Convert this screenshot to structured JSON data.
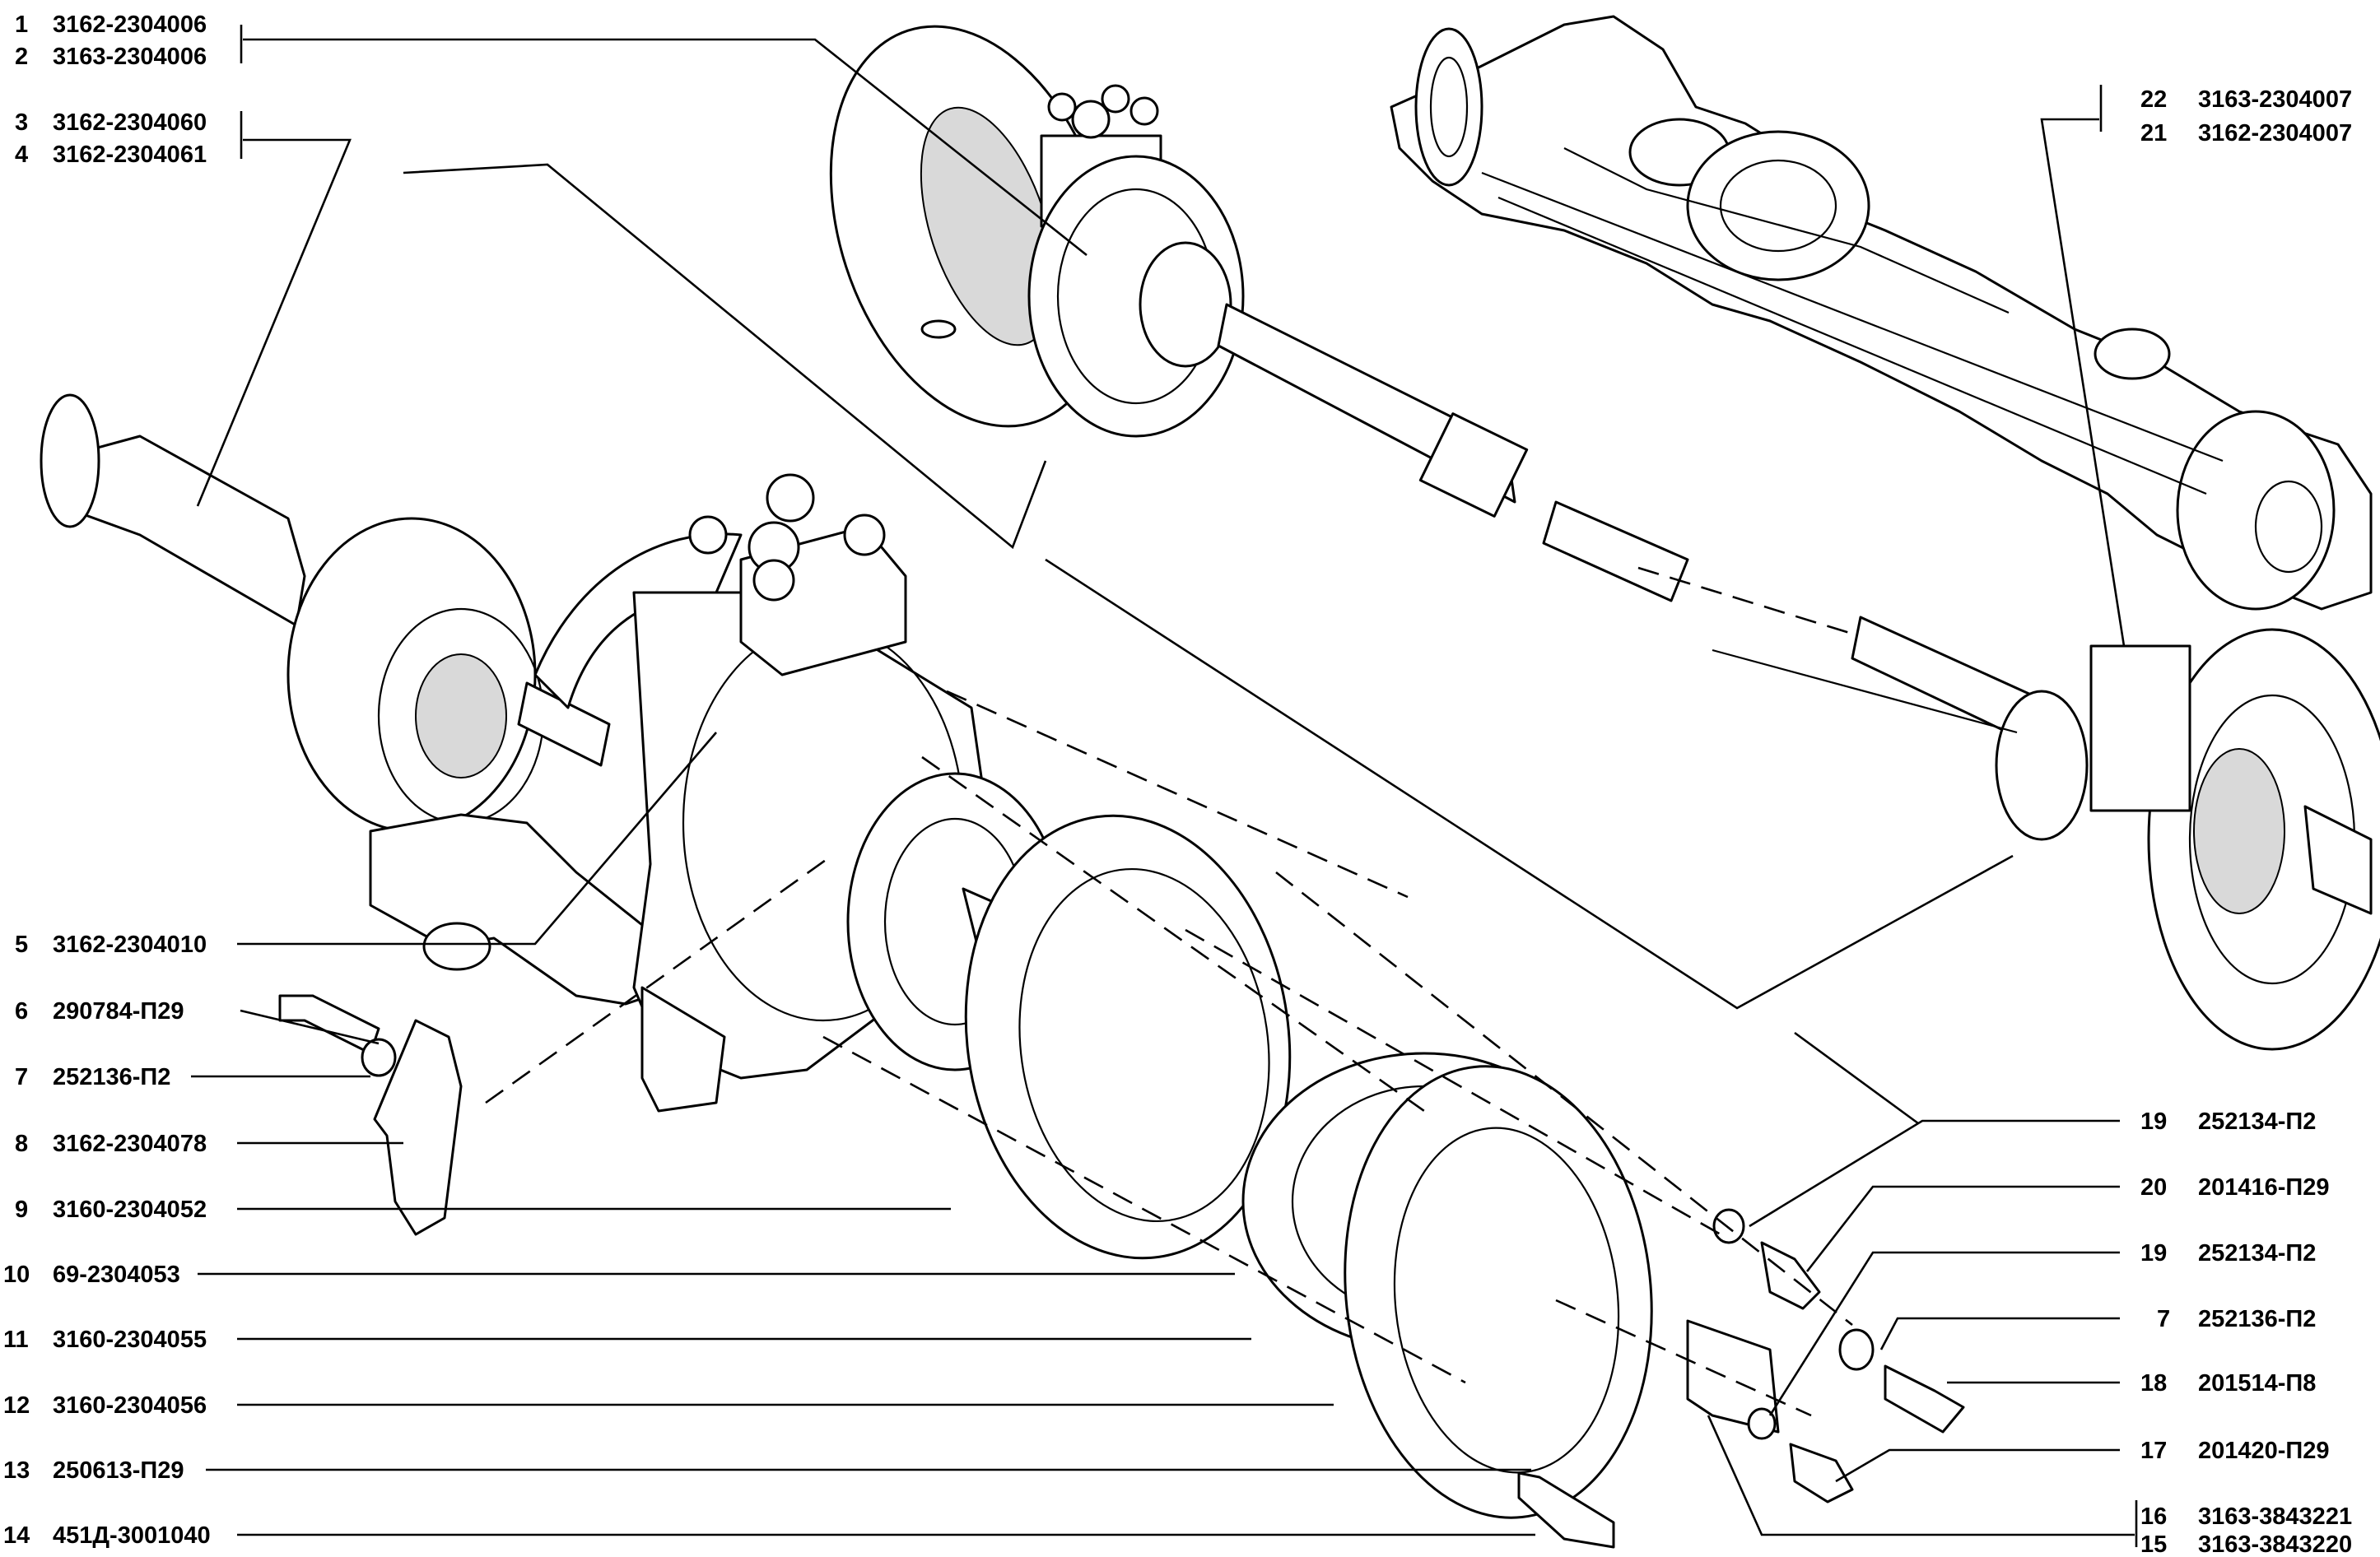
{
  "colors": {
    "ink": "#000000",
    "background": "#ffffff",
    "shade": "#d9d9d9"
  },
  "labels_left": [
    {
      "num": "1",
      "code": "3162-2304006"
    },
    {
      "num": "2",
      "code": "3163-2304006"
    },
    {
      "num": "3",
      "code": "3162-2304060"
    },
    {
      "num": "4",
      "code": "3162-2304061"
    },
    {
      "num": "5",
      "code": "3162-2304010"
    },
    {
      "num": "6",
      "code": "290784-П29"
    },
    {
      "num": "7",
      "code": "252136-П2"
    },
    {
      "num": "8",
      "code": "3162-2304078"
    },
    {
      "num": "9",
      "code": "3160-2304052"
    },
    {
      "num": "10",
      "code": "69-2304053"
    },
    {
      "num": "11",
      "code": "3160-2304055"
    },
    {
      "num": "12",
      "code": "3160-2304056"
    },
    {
      "num": "13",
      "code": "250613-П29"
    },
    {
      "num": "14",
      "code": "451Д-3001040"
    }
  ],
  "labels_right": [
    {
      "num": "22",
      "code": "3163-2304007"
    },
    {
      "num": "21",
      "code": "3162-2304007"
    },
    {
      "num": "19",
      "code": "252134-П2"
    },
    {
      "num": "20",
      "code": "201416-П29"
    },
    {
      "num": "19",
      "code": "252134-П2"
    },
    {
      "num": "7",
      "code": "252136-П2"
    },
    {
      "num": "18",
      "code": "201514-П8"
    },
    {
      "num": "17",
      "code": "201420-П29"
    },
    {
      "num": "16",
      "code": "3163-3843221"
    },
    {
      "num": "15",
      "code": "3163-3843220"
    }
  ]
}
